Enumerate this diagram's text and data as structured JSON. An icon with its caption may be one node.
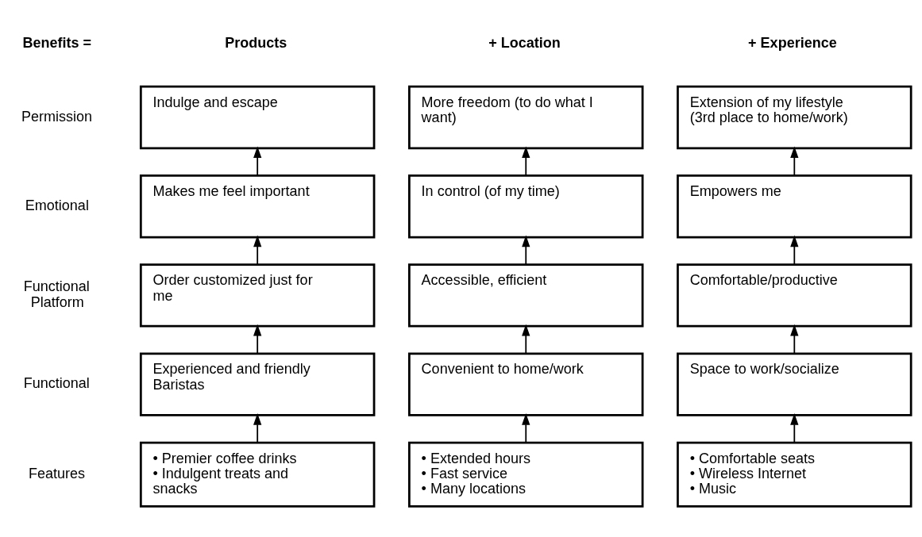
{
  "diagram": {
    "nodes": [
      {
        "text": [
          "Indulge and escape"
        ]
      },
      {
        "text": [
          "More freedom (to do what I want)"
        ]
      },
      {
        "text": [
          "Extension of my lifestyle (3rd place to home/work)"
        ]
      },
      {
        "text": [
          "Makes me feel important"
        ]
      },
      {
        "text": [
          "In control (of my time)"
        ]
      },
      {
        "text": [
          "Empowers me"
        ]
      },
      {
        "text": [
          "Order customized just for me"
        ]
      },
      {
        "text": [
          "Accessible, efficient"
        ]
      },
      {
        "text": [
          "Comfortable/productive"
        ]
      },
      {
        "text": [
          "Experienced and friendly Baristas"
        ]
      },
      {
        "text": [
          "Convenient to home/work"
        ]
      },
      {
        "text": [
          "Space to work/socialize"
        ]
      },
      {
        "text": [
          "• Premier coffee drinks",
          "• Indulgent treats and snacks"
        ]
      },
      {
        "text": [
          "• Extended hours",
          "• Fast service",
          "• Many locations"
        ]
      },
      {
        "text": [
          "• Comfortable seats",
          "• Wireless Internet",
          "• Music"
        ]
      }
    ],
    "edges": [
      {
        "from": 3,
        "to": 0,
        "arrow": "to"
      },
      {
        "from": 4,
        "to": 1,
        "arrow": "to"
      },
      {
        "from": 5,
        "to": 2,
        "arrow": "to"
      },
      {
        "from": 6,
        "to": 3,
        "arrow": "to"
      },
      {
        "from": 7,
        "to": 4,
        "arrow": "to"
      },
      {
        "from": 8,
        "to": 5,
        "arrow": "to"
      },
      {
        "from": 9,
        "to": 6,
        "arrow": "to"
      },
      {
        "from": 10,
        "to": 7,
        "arrow": "to"
      },
      {
        "from": 11,
        "to": 8,
        "arrow": "to"
      },
      {
        "from": 12,
        "to": 9,
        "arrow": "to"
      },
      {
        "from": 13,
        "to": 10,
        "arrow": "to"
      },
      {
        "from": 14,
        "to": 11,
        "arrow": "to"
      }
    ],
    "labels": [
      "Benefits =",
      "Products",
      "+ Location",
      "+ Experience",
      "Permission",
      "Emotional",
      "Functional Platform",
      "Functional",
      "Features"
    ]
  }
}
